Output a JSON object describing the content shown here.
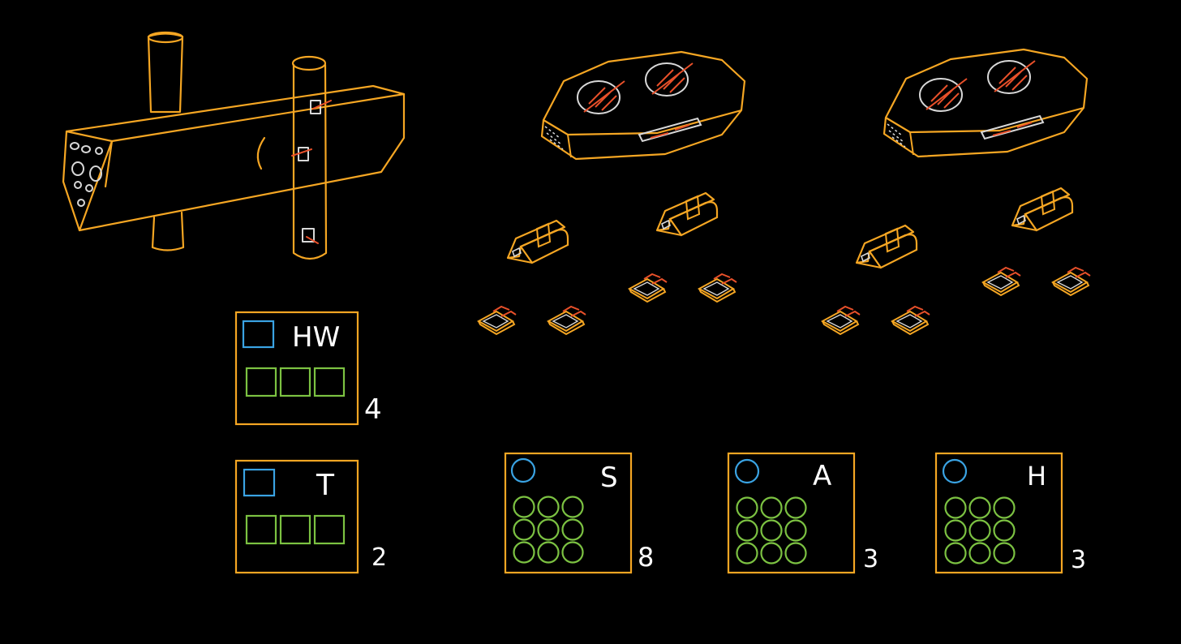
{
  "colors": {
    "background": "#000000",
    "structure": "#f5a623",
    "accent": "#e8502a",
    "pilot_slot": "#3aa3e3",
    "crew_slot": "#7cc242",
    "port_detail": "#d8d8d8",
    "text": "#ffffff"
  },
  "cards": [
    {
      "label": "HW",
      "count": "4",
      "slot_shape": "square",
      "crew_seats": 3
    },
    {
      "label": "T",
      "count": "2",
      "slot_shape": "square",
      "crew_seats": 3
    },
    {
      "label": "S",
      "count": "8",
      "slot_shape": "circle",
      "crew_seats": 9
    },
    {
      "label": "A",
      "count": "3",
      "slot_shape": "circle",
      "crew_seats": 9
    },
    {
      "label": "H",
      "count": "3",
      "slot_shape": "circle",
      "crew_seats": 9
    }
  ],
  "drawings": {
    "space_station": "space-station-icon",
    "carrier": "carrier-ship-icon",
    "medium_craft": "medium-craft-icon",
    "small_craft": "small-craft-icon"
  }
}
